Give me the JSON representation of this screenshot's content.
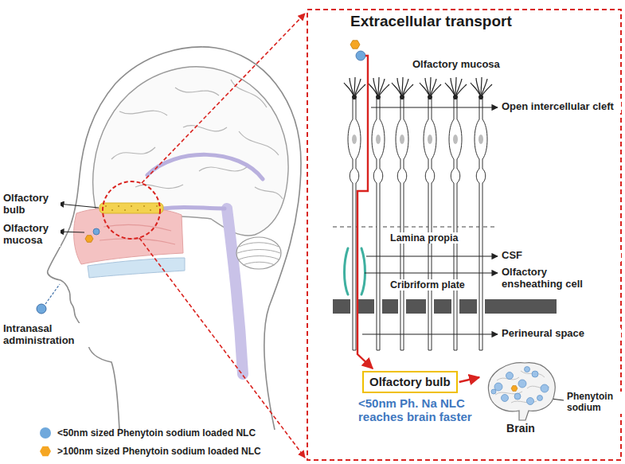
{
  "diagram": {
    "title": "Extracellular transport",
    "nodes": [
      {
        "text": [
          "Olfactory bulb"
        ]
      },
      {
        "text": [
          "Brain"
        ]
      }
    ],
    "edges": [
      {
        "from": 0,
        "to": 1,
        "arrow": "to"
      }
    ],
    "labels": [
      "Olfactory bulb",
      "Olfactory mucosa",
      "Intranasal administration",
      "Olfactory mucosa",
      "Open intercellular cleft",
      "Lamina propia",
      "CSF",
      "Olfactory ensheathing cell",
      "Cribriform plate",
      "Perineural space",
      "<50nm Ph. Na NLC reaches brain faster",
      "Phenytoin sodium"
    ],
    "legend": [
      {
        "text": "<50nm sized Phenytoin sodium loaded NLC",
        "color": "#6fa8dc"
      },
      {
        "text": ">100nm sized Phenytoin sodium loaded NLC",
        "color": "#f5a623"
      }
    ]
  }
}
